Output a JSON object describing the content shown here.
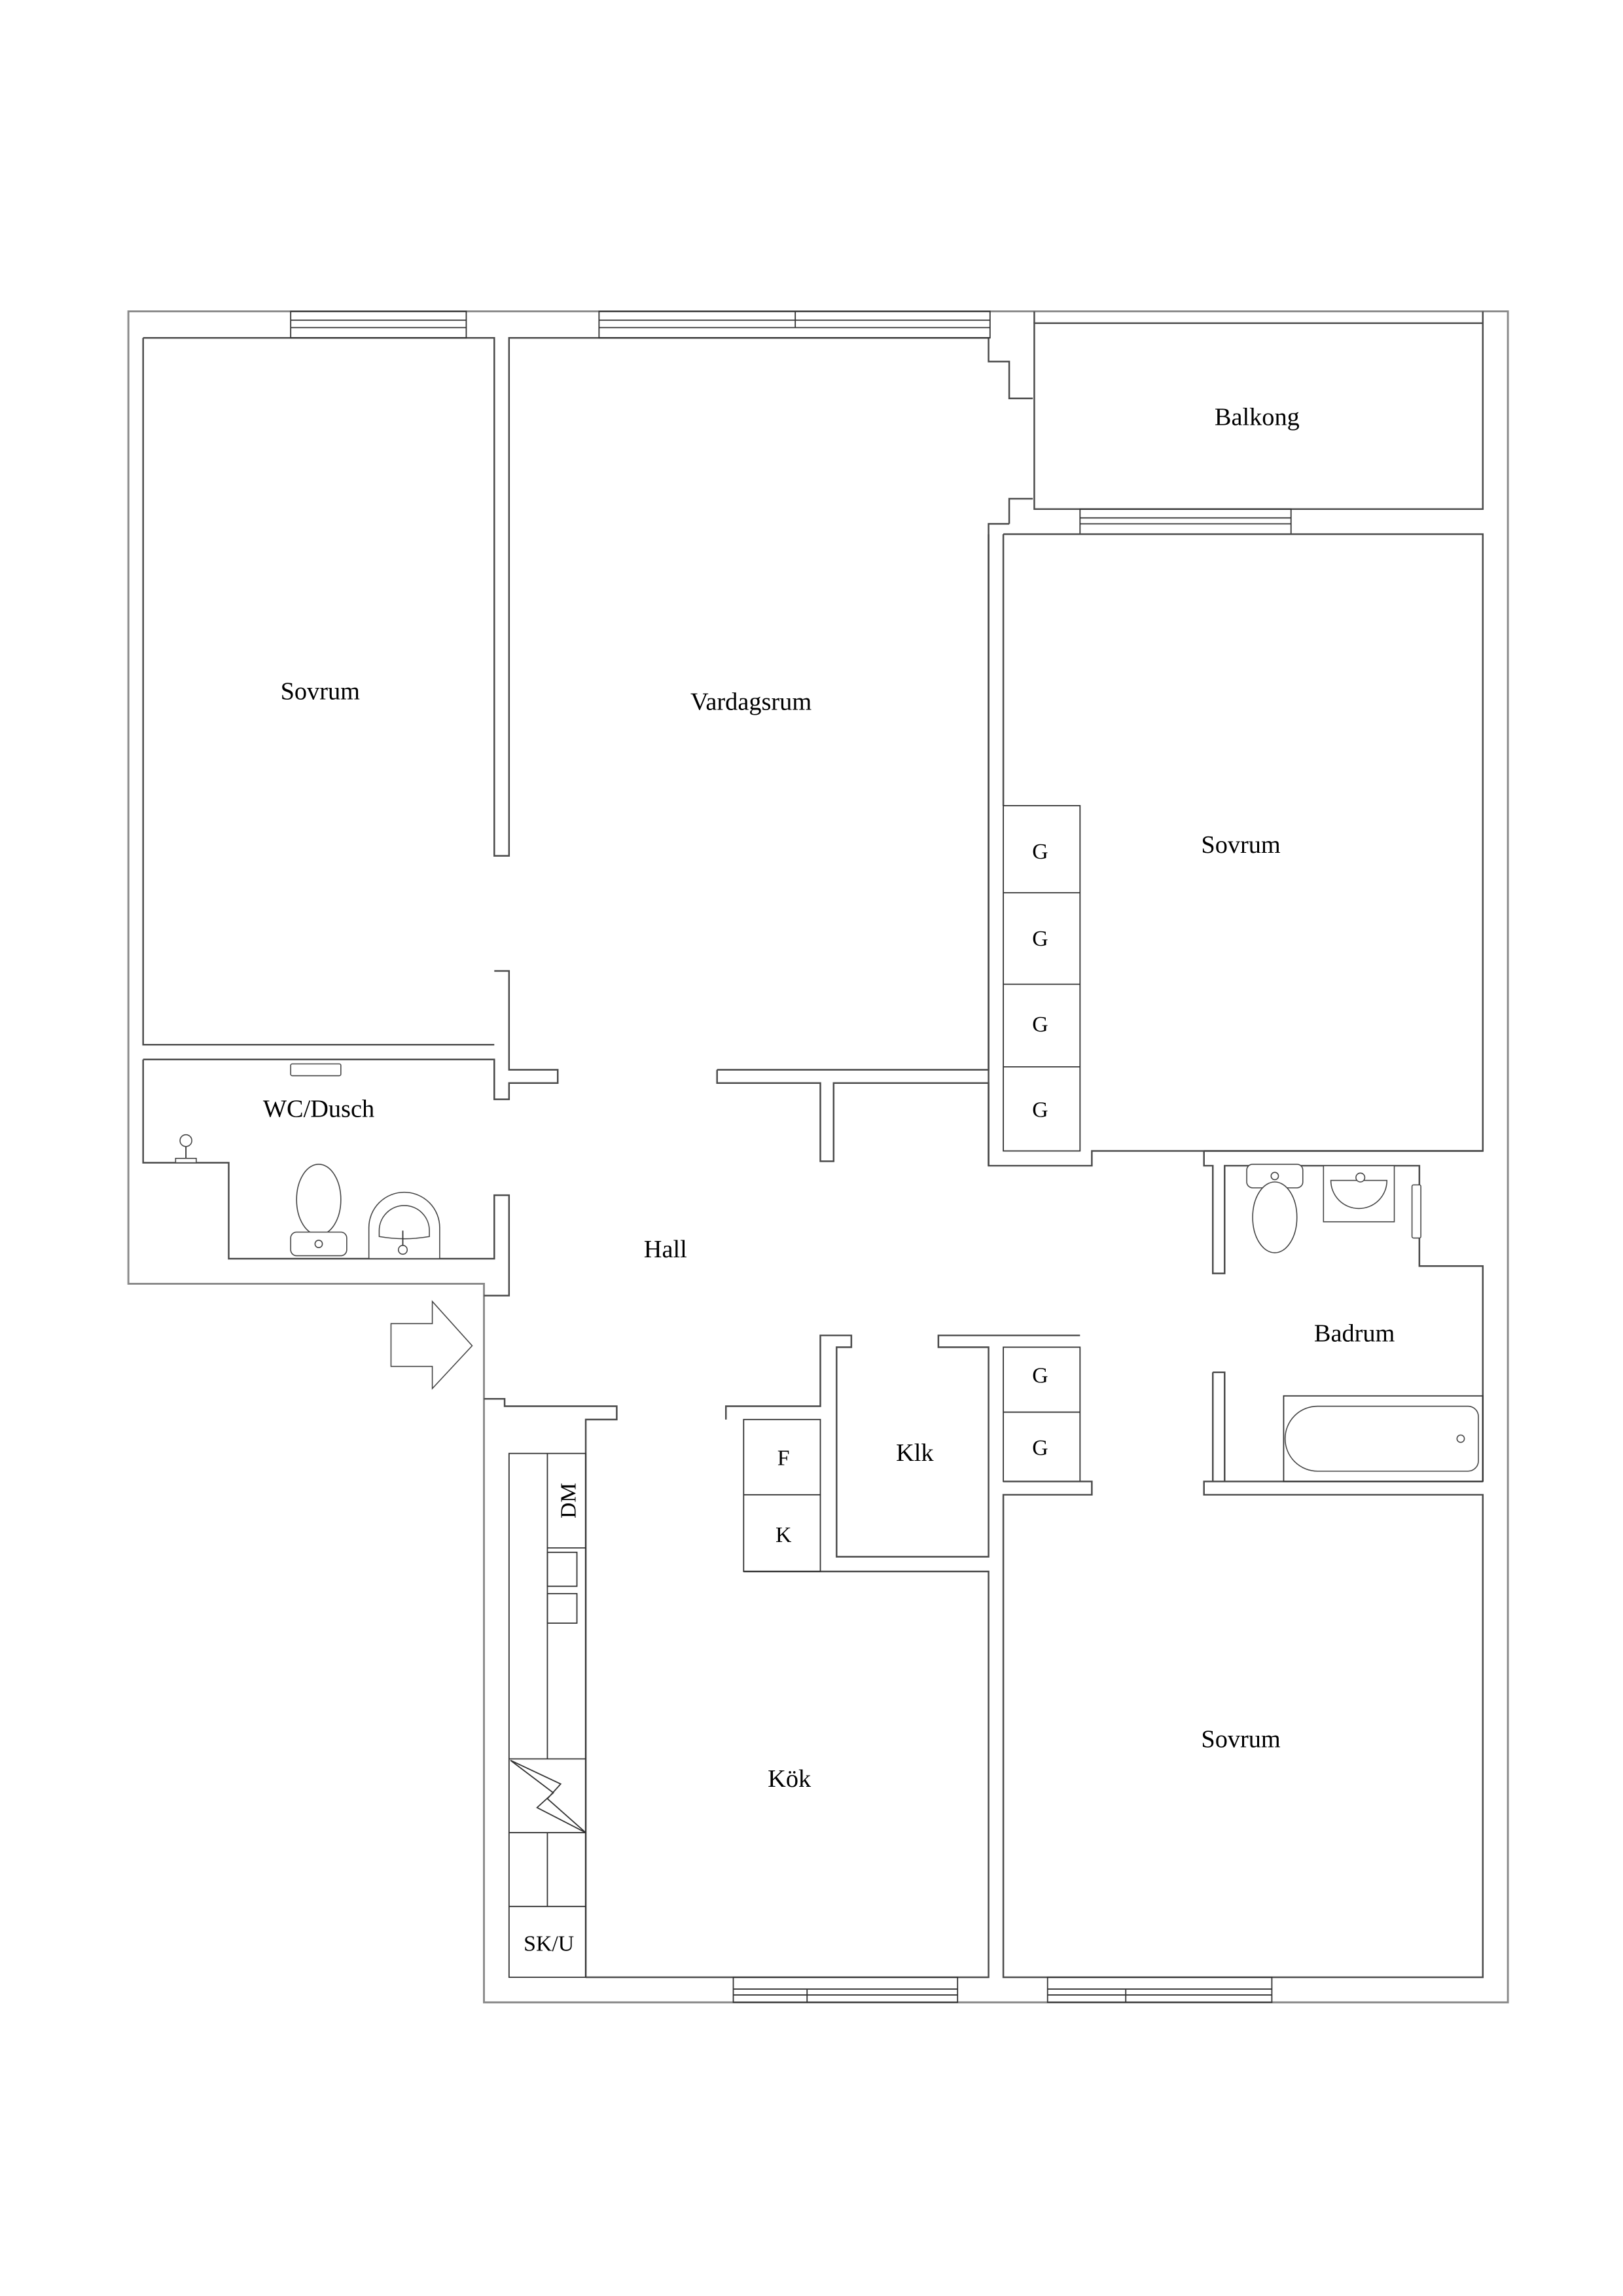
{
  "plan": {
    "rooms": {
      "sovrum_nw": "Sovrum",
      "vardagsrum": "Vardagsrum",
      "balkong": "Balkong",
      "sovrum_e": "Sovrum",
      "wc_dusch": "WC/Dusch",
      "hall": "Hall",
      "badrum": "Badrum",
      "klk": "Klk",
      "kok": "Kök",
      "sovrum_se": "Sovrum"
    },
    "storage": {
      "g_top": [
        "G",
        "G",
        "G",
        "G"
      ],
      "g_mid": [
        "G",
        "G"
      ],
      "f": "F",
      "k": "K",
      "dm": "DM",
      "sku": "SK/U"
    },
    "colors": {
      "wall": "#4a4a4a",
      "outer_wall": "#8a8a8a",
      "background": "#ffffff",
      "text": "#000000"
    }
  }
}
